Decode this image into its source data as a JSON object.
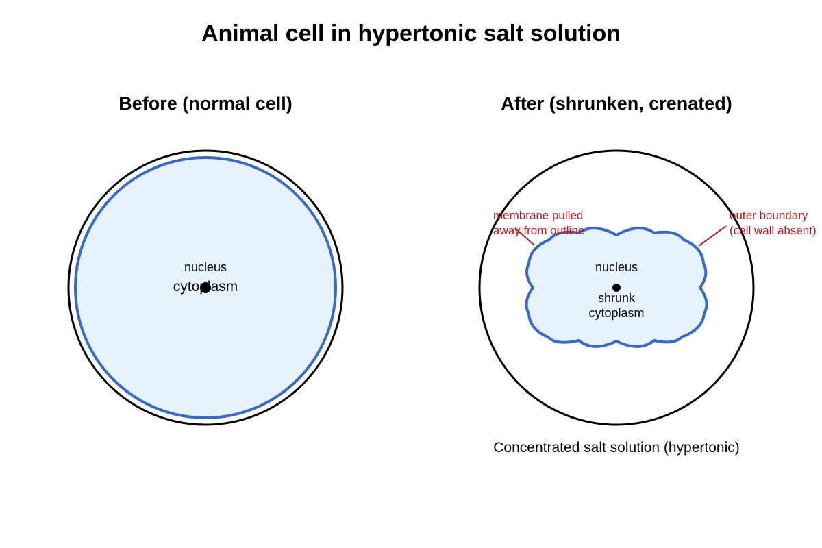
{
  "title": "Animal cell in hypertonic salt solution",
  "colors": {
    "outline": "#000000",
    "membrane": "#3a6bc4",
    "cytoplasm_fill": "#e6f3fd",
    "annotation": "#c0141e"
  },
  "before": {
    "heading": "Before (normal cell)",
    "nucleus_label": "nucleus",
    "cytoplasm_label": "cytoplasm"
  },
  "after": {
    "heading": "After (shrunken, crenated)",
    "nucleus_label": "nucleus",
    "cytoplasm_label_line1": "shrunk",
    "cytoplasm_label_line2": "cytoplasm",
    "annotation_membrane_line1": "membrane pulled",
    "annotation_membrane_line2": "away from outline",
    "annotation_boundary_line1": "outer boundary",
    "annotation_boundary_line2": "(cell wall absent)",
    "caption": "Concentrated salt solution (hypertonic)"
  }
}
